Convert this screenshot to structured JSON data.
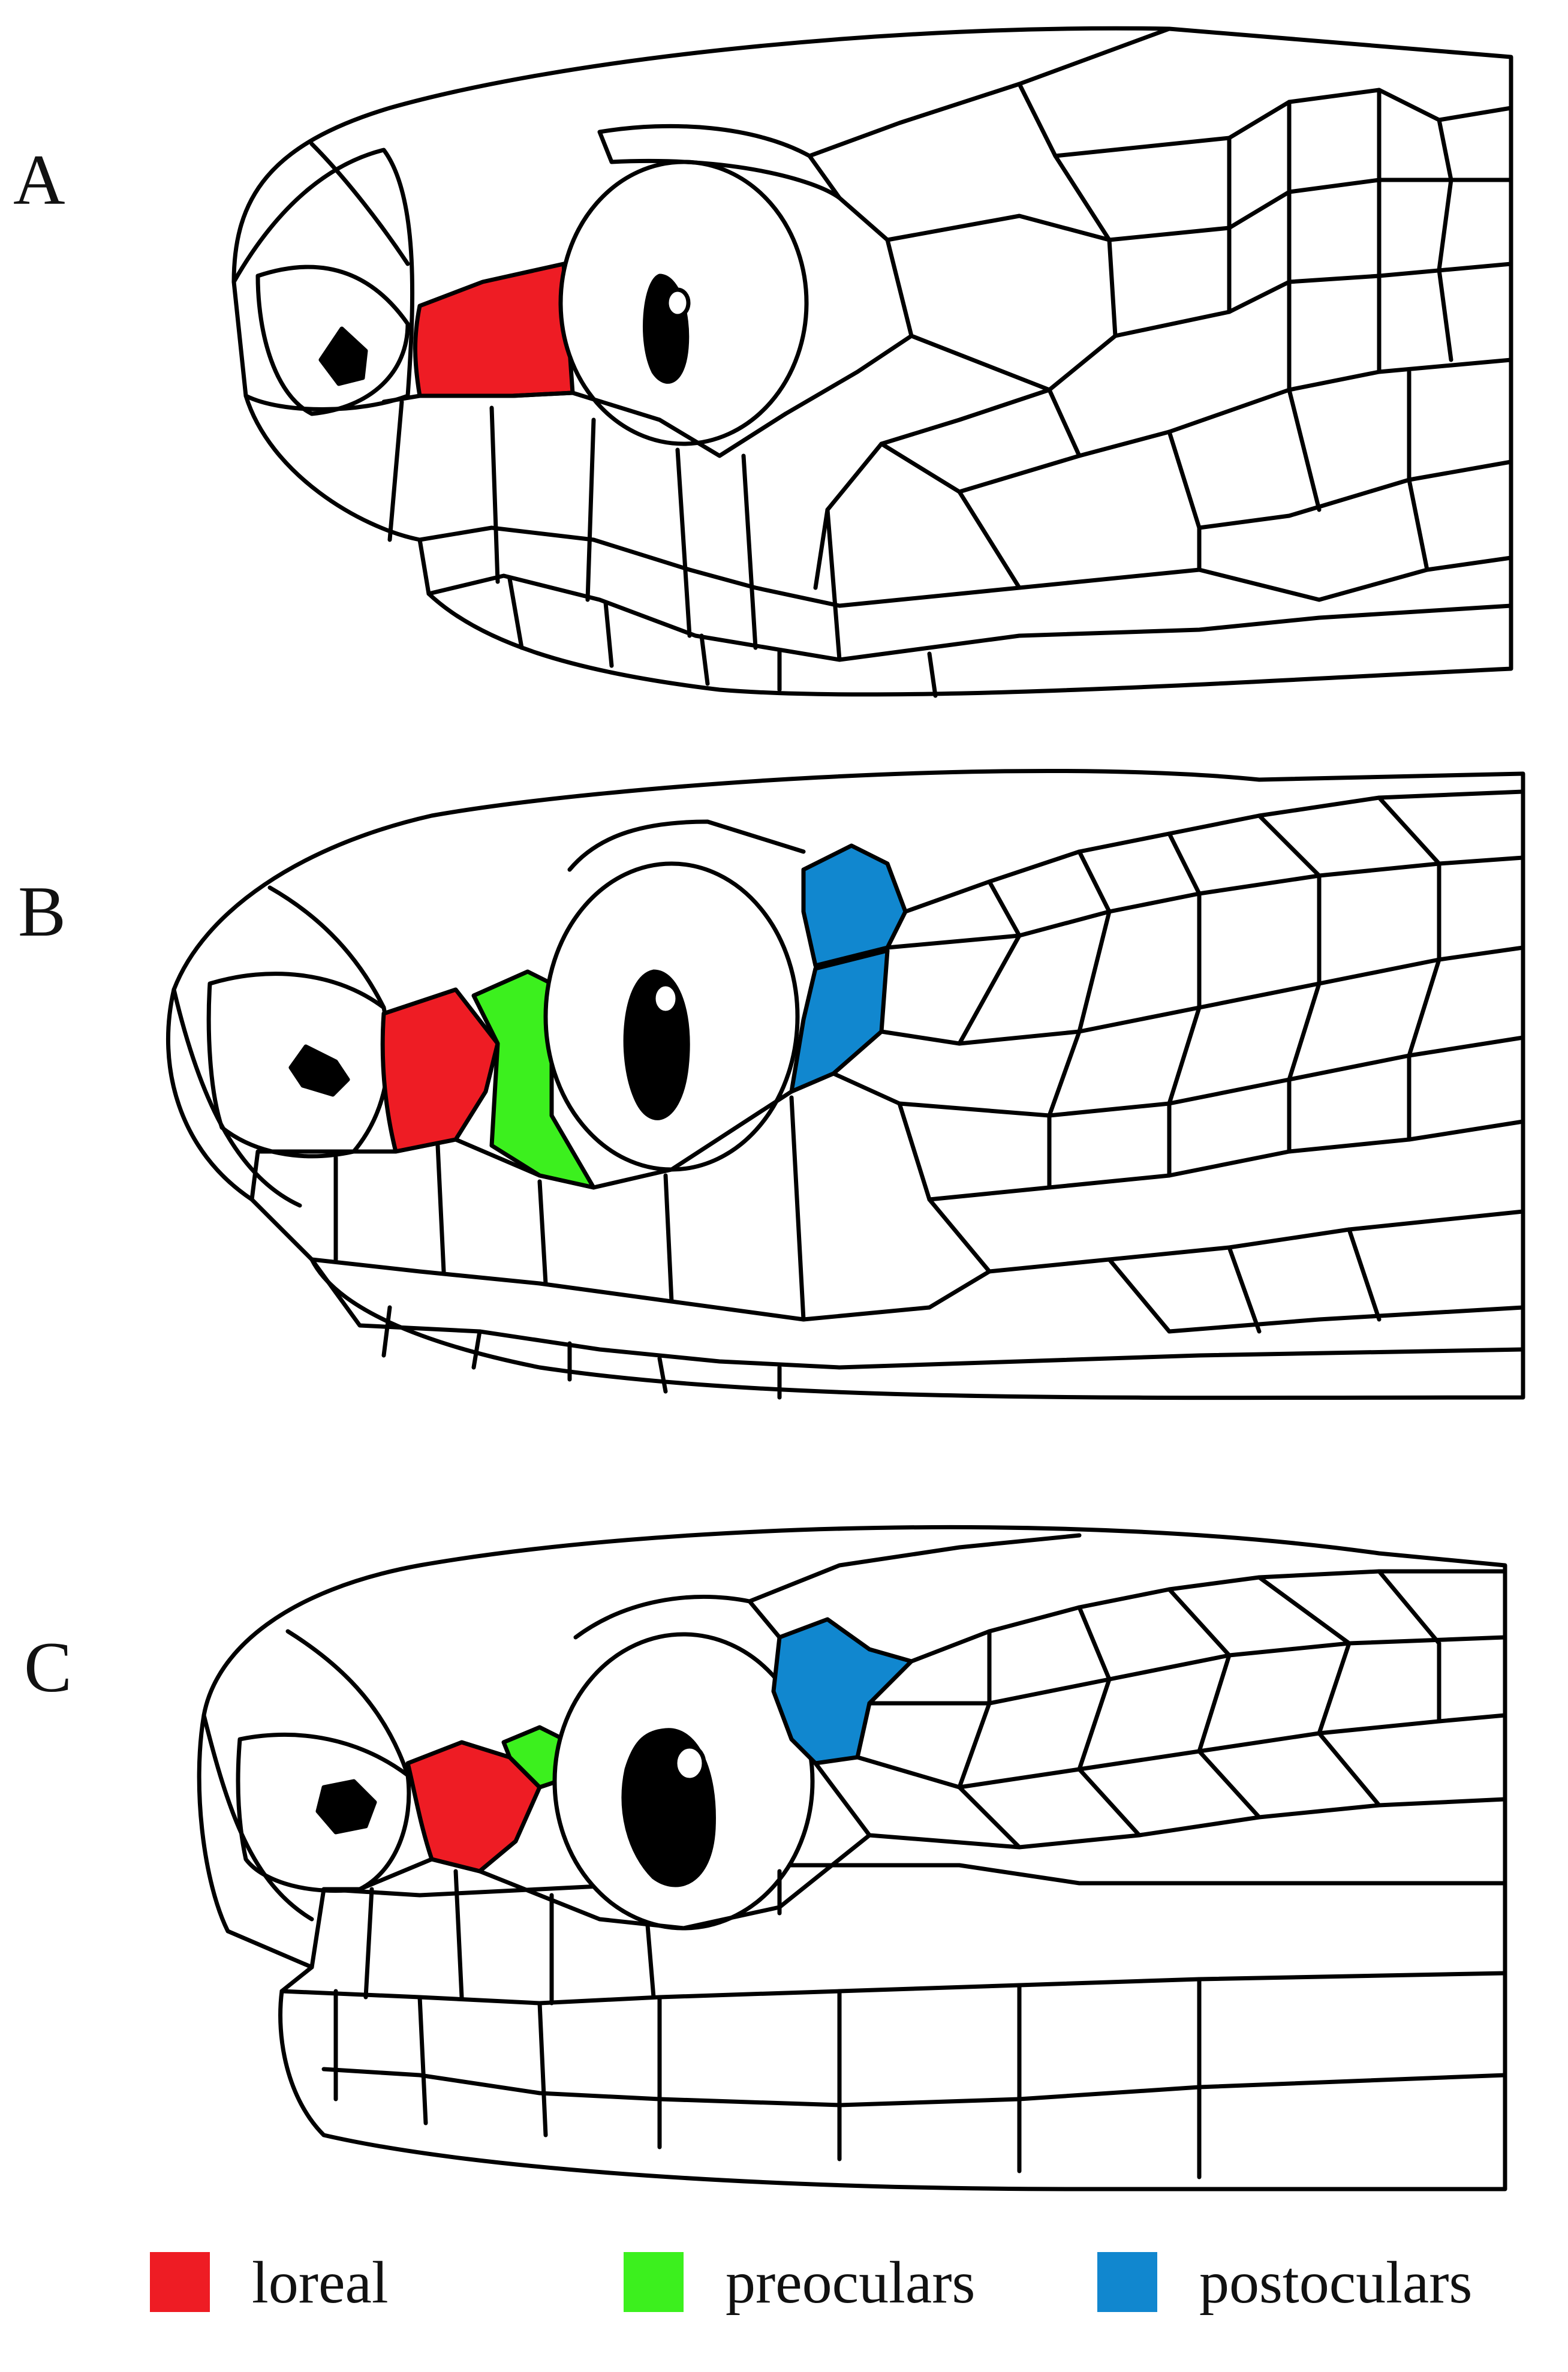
{
  "panels": [
    {
      "label": "A"
    },
    {
      "label": "B"
    },
    {
      "label": "C"
    }
  ],
  "legend": [
    {
      "label": "loreal",
      "color": "#ee1c24"
    },
    {
      "label": "preoculars",
      "color": "#3cf01e"
    },
    {
      "label": "postoculars",
      "color": "#1187cf"
    }
  ],
  "colors": {
    "outline": "#000000",
    "background": "#ffffff"
  }
}
